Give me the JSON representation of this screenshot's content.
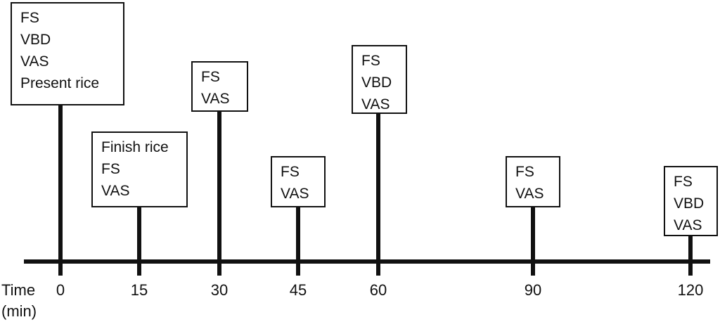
{
  "axis": {
    "title_line1": "Time",
    "title_line2": "(min)"
  },
  "events": [
    {
      "time": 0,
      "label": "0",
      "items": [
        "FS",
        "VBD",
        "VAS",
        "Present rice"
      ]
    },
    {
      "time": 15,
      "label": "15",
      "items": [
        "Finish rice",
        "FS",
        "VAS"
      ]
    },
    {
      "time": 30,
      "label": "30",
      "items": [
        "FS",
        "VAS"
      ]
    },
    {
      "time": 45,
      "label": "45",
      "items": [
        "FS",
        "VAS"
      ]
    },
    {
      "time": 60,
      "label": "60",
      "items": [
        "FS",
        "VBD",
        "VAS"
      ]
    },
    {
      "time": 90,
      "label": "90",
      "items": [
        "FS",
        "VAS"
      ]
    },
    {
      "time": 120,
      "label": "120",
      "items": [
        "FS",
        "VBD",
        "VAS"
      ]
    }
  ],
  "colors": {
    "line": "#111111",
    "box_fill": "#ffffff",
    "text": "#111111"
  }
}
